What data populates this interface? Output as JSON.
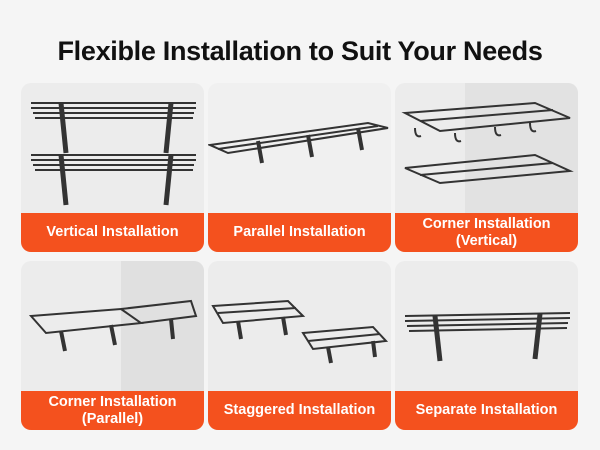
{
  "title": "Flexible Installation to Suit Your Needs",
  "panels": [
    {
      "label": "Vertical Installation"
    },
    {
      "label": "Parallel Installation"
    },
    {
      "label": "Corner Installation (Vertical)"
    },
    {
      "label": "Corner Installation (Parallel)"
    },
    {
      "label": "Staggered Installation"
    },
    {
      "label": "Separate Installation"
    }
  ],
  "colors": {
    "accent": "#f4511e",
    "background": "#f5f5f5"
  }
}
